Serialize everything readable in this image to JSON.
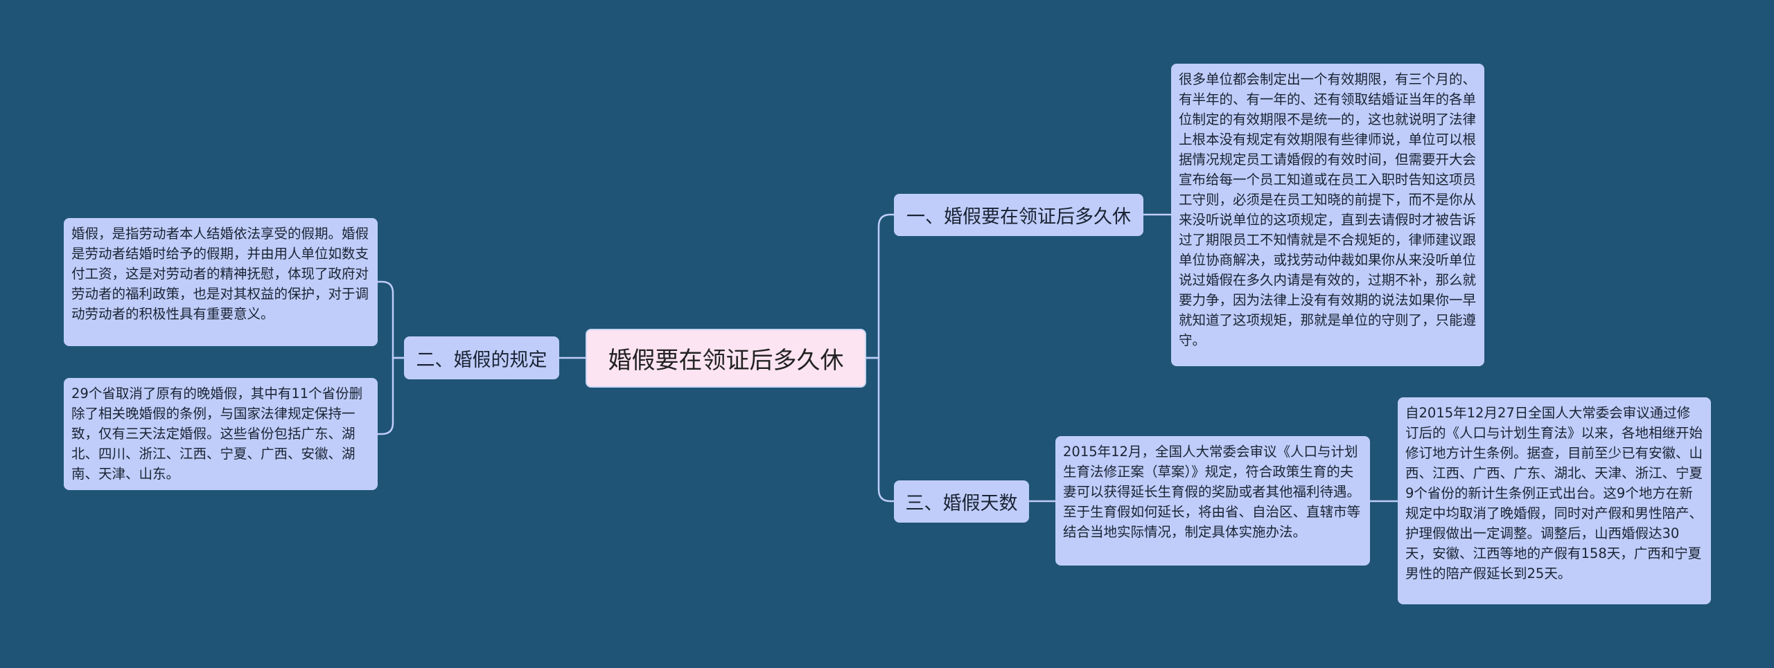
{
  "root": {
    "title": "婚假要在领证后多久休"
  },
  "branches": [
    {
      "id": "b1",
      "label": "一、婚假要在领证后多久休",
      "notes": [
        "很多单位都会制定出一个有效期限，有三个月的、有半年的、有一年的、还有领取结婚证当年的各单位制定的有效期限不是统一的，这也就说明了法律上根本没有规定有效期限有些律师说，单位可以根据情况规定员工请婚假的有效时间，但需要开大会宣布给每一个员工知道或在员工入职时告知这项员工守则，必须是在员工知晓的前提下，而不是你从来没听说单位的这项规定，直到去请假时才被告诉过了期限员工不知情就是不合规矩的，律师建议跟单位协商解决，或找劳动仲裁如果你从来没听单位说过婚假在多久内请是有效的，过期不补，那么就要力争，因为法律上没有有效期的说法如果你一早就知道了这项规矩，那就是单位的守则了，只能遵守。"
      ]
    },
    {
      "id": "b2",
      "label": "二、婚假的规定",
      "notes": [
        "婚假，是指劳动者本人结婚依法享受的假期。婚假是劳动者结婚时给予的假期，并由用人单位如数支付工资，这是对劳动者的精神抚慰，体现了政府对劳动者的福利政策，也是对其权益的保护，对于调动劳动者的积极性具有重要意义。",
        "29个省取消了原有的晚婚假，其中有11个省份删除了相关晚婚假的条例，与国家法律规定保持一致，仅有三天法定婚假。这些省份包括广东、湖北、四川、浙江、江西、宁夏、广西、安徽、湖南、天津、山东。"
      ]
    },
    {
      "id": "b3",
      "label": "三、婚假天数",
      "notes": [
        "2015年12月，全国人大常委会审议《人口与计划生育法修正案（草案）》规定，符合政策生育的夫妻可以获得延长生育假的奖励或者其他福利待遇。至于生育假如何延长，将由省、自治区、直辖市等结合当地实际情况，制定具体实施办法。"
      ],
      "sub_notes": [
        "自2015年12月27日全国人大常委会审议通过修订后的《人口与计划生育法》以来，各地相继开始修订地方计生条例。据查，目前至少已有安徽、山西、江西、广西、广东、湖北、天津、浙江、宁夏9个省份的新计生条例正式出台。这9个地方在新规定中均取消了晚婚假，同时对产假和男性陪产、护理假做出一定调整。调整后，山西婚假达30天，安徽、江西等地的产假有158天，广西和宁夏男性的陪产假延长到25天。"
      ]
    }
  ],
  "colors": {
    "background": "#1f5476",
    "root_fill": "#fde4f2",
    "node_fill": "#c0cdfa",
    "line": "#c0cdfa"
  }
}
